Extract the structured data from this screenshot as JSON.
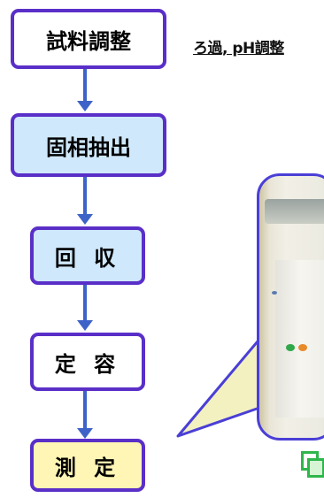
{
  "flow": {
    "steps": [
      {
        "label": "試料調整",
        "fill": "#ffffff"
      },
      {
        "label": "固相抽出",
        "fill": "#cfe8fb"
      },
      {
        "label": "回 収",
        "fill": "#cfe8fb"
      },
      {
        "label": "定 容",
        "fill": "#ffffff"
      },
      {
        "label": "測 定",
        "fill": "#fff6b5"
      }
    ],
    "note": "ろ過, pH調整"
  },
  "colors": {
    "box_border": "#5a2fc8",
    "arrow": "#3d63c8",
    "callout_fill": "#f3f1c0",
    "callout_border": "#4a3fd6",
    "icon": "#2fb64a"
  },
  "icons": [
    "instrument-photo",
    "copy-icon"
  ]
}
